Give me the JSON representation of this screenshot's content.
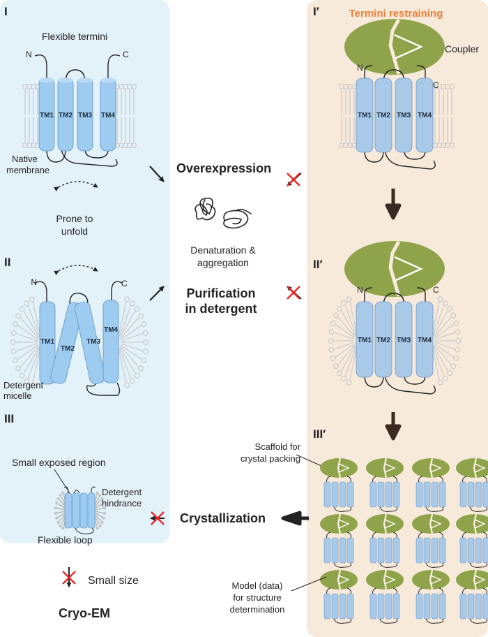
{
  "panels": {
    "left_top": "I",
    "left_mid": "II",
    "left_bottom": "III",
    "right_top": "I′",
    "right_mid": "II′",
    "right_bottom": "III′"
  },
  "labels": {
    "flexible_termini": "Flexible termini",
    "n": "N",
    "c": "C",
    "native_membrane_1": "Native",
    "native_membrane_2": "membrane",
    "prone_1": "Prone to",
    "prone_2": "unfold",
    "detergent_micelle_1": "Detergent",
    "detergent_micelle_2": "micelle",
    "small_exposed_region": "Small exposed region",
    "detergent_hindrance_1": "Detergent",
    "detergent_hindrance_2": "hindrance",
    "flexible_loop": "Flexible loop",
    "small_size": "Small size",
    "cryo_em": "Cryo-EM",
    "overexpression": "Overexpression",
    "denaturation_1": "Denaturation &",
    "denaturation_2": "aggregation",
    "purification_1": "Purification",
    "purification_2": "in detergent",
    "crystallization": "Crystallization",
    "termini_restraining": "Termini restraining",
    "coupler": "Coupler",
    "scaffold_1": "Scaffold for",
    "scaffold_2": "crystal packing",
    "model_1": "Model (data)",
    "model_2": "for structure",
    "model_3": "determination"
  },
  "tm_labels": [
    "TM1",
    "TM2",
    "TM3",
    "TM4"
  ],
  "colors": {
    "left_panel_bg": "#e3f1f8",
    "right_panel_bg": "#f8eadb",
    "helix_blue": "#9ecbf0",
    "helix_blue_right": "#a9c9e9",
    "coupler_green": "#8fa44a",
    "red_cross": "#e8262b",
    "accent_orange": "#ee7f3a",
    "arrow_dark": "#3b2a22"
  }
}
